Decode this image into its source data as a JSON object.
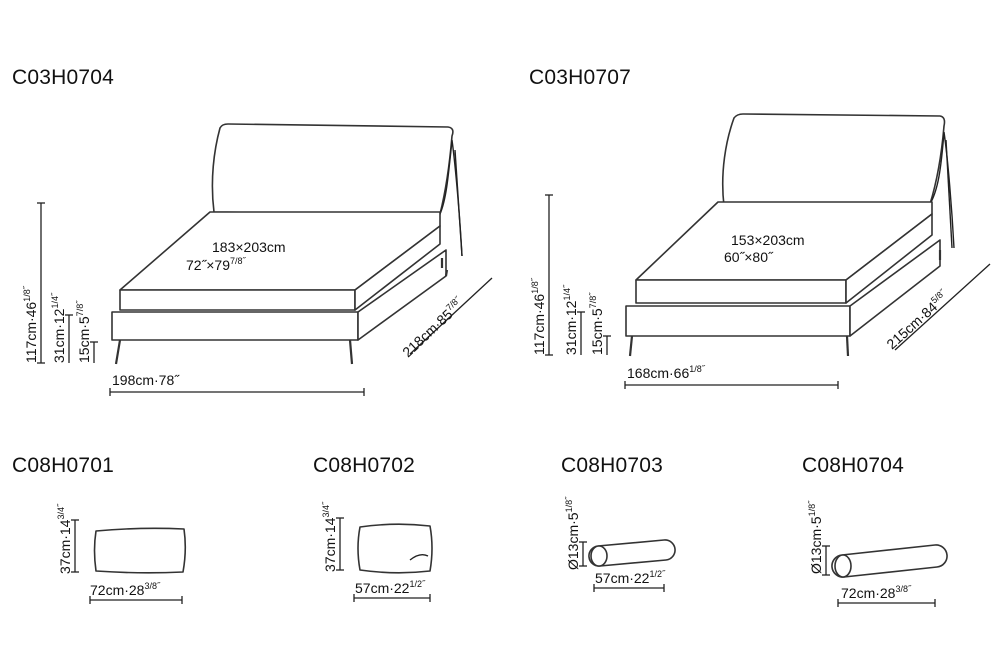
{
  "products": {
    "bed1": {
      "code": "C03H0704",
      "mattress": "183×203cm",
      "mattress_in": "72˝×79",
      "mattress_in_sup": "7/8˝",
      "height_total": "117cm·46",
      "height_total_sup": "1/8˝",
      "height_mid": "31cm·12",
      "height_mid_sup": "1/4˝",
      "height_low": "15cm·5",
      "height_low_sup": "7/8˝",
      "width": "198cm·78˝",
      "length": "218cm·85",
      "length_sup": "7/8˝"
    },
    "bed2": {
      "code": "C03H0707",
      "mattress": "153×203cm",
      "mattress_in": "60˝×80˝",
      "height_total": "117cm·46",
      "height_total_sup": "1/8˝",
      "height_mid": "31cm·12",
      "height_mid_sup": "1/4˝",
      "height_low": "15cm·5",
      "height_low_sup": "7/8˝",
      "width": "168cm·66",
      "width_sup": "1/8˝",
      "length": "215cm·84",
      "length_sup": "5/8˝"
    },
    "pillow1": {
      "code": "C08H0701",
      "height": "37cm·14",
      "height_sup": "3/4˝",
      "width": "72cm·28",
      "width_sup": "3/8˝"
    },
    "pillow2": {
      "code": "C08H0702",
      "height": "37cm·14",
      "height_sup": "3/4˝",
      "width": "57cm·22",
      "width_sup": "1/2˝"
    },
    "bolster1": {
      "code": "C08H0703",
      "height": "Ø13cm·5",
      "height_sup": "1/8˝",
      "width": "57cm·22",
      "width_sup": "1/2˝"
    },
    "bolster2": {
      "code": "C08H0704",
      "height": "Ø13cm·5",
      "height_sup": "1/8˝",
      "width": "72cm·28",
      "width_sup": "3/8˝"
    }
  }
}
